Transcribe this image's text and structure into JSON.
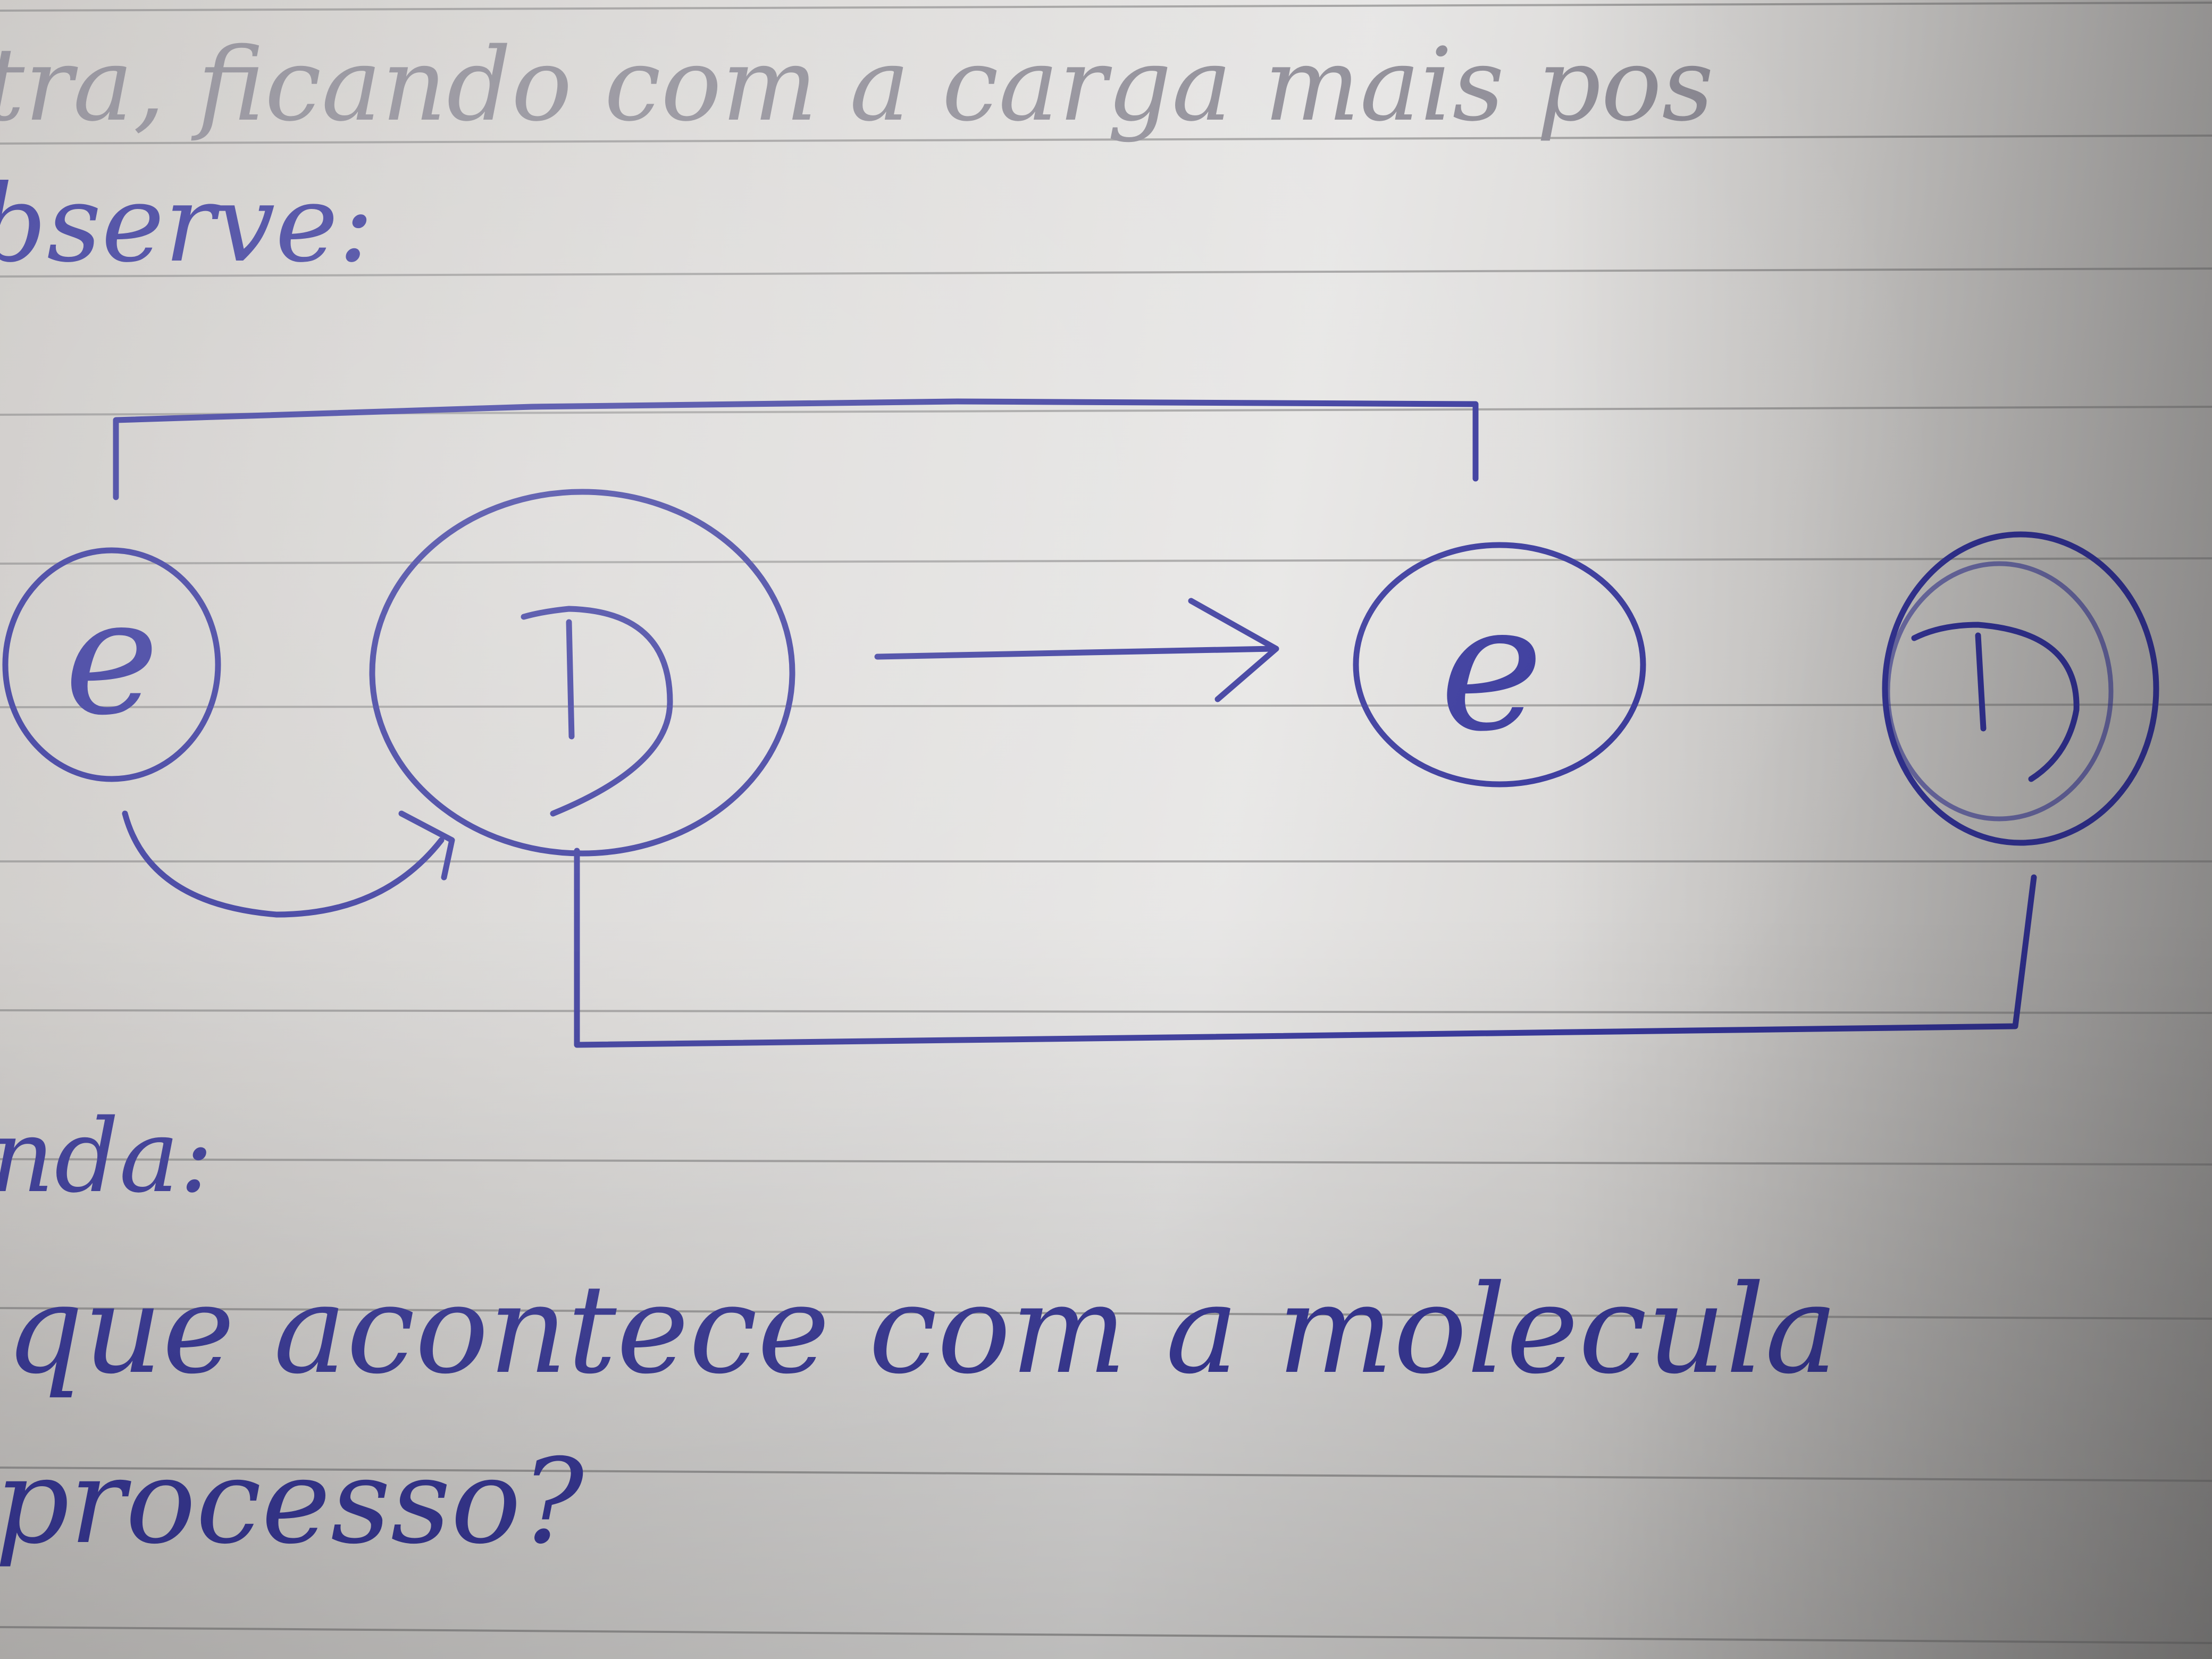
{
  "notebook": {
    "top_line": "tra, ficando com a carga mais pos",
    "observe_label": "bserve:",
    "legend_label": "nda:",
    "question_line1": "que acontece com a molecula",
    "question_line2": "processo?"
  },
  "diagram": {
    "nodes": [
      {
        "label": "e"
      },
      {
        "label": "D"
      },
      {
        "label": "e"
      },
      {
        "label": "D"
      }
    ]
  },
  "colors": {
    "ink": "#34349a",
    "paper": "#dad8d6",
    "rule": "#8b8a8a",
    "pencil": "#8d8b95"
  }
}
